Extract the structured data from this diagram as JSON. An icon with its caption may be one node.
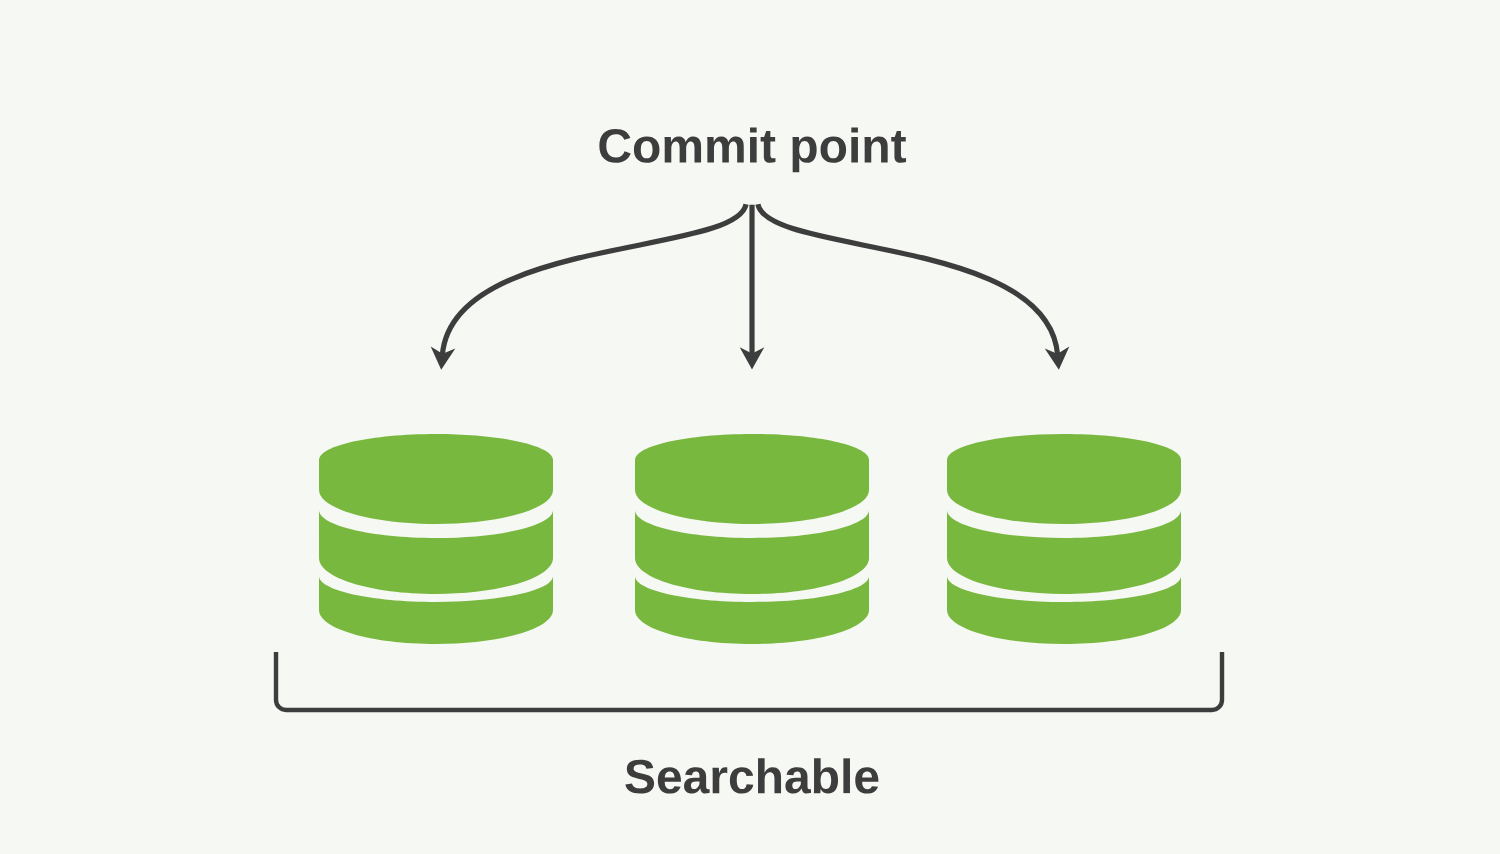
{
  "diagram": {
    "nodes": [
      {
        "text": [
          "Commit point"
        ]
      },
      {
        "text": [],
        "shape": "cylinder"
      },
      {
        "text": [],
        "shape": "cylinder"
      },
      {
        "text": [],
        "shape": "cylinder"
      }
    ],
    "edges": [
      {
        "from": 0,
        "to": 1,
        "arrow": "to"
      },
      {
        "from": 0,
        "to": 2,
        "arrow": "to"
      },
      {
        "from": 0,
        "to": 3,
        "arrow": "to"
      }
    ],
    "labels": [
      "Searchable"
    ]
  }
}
